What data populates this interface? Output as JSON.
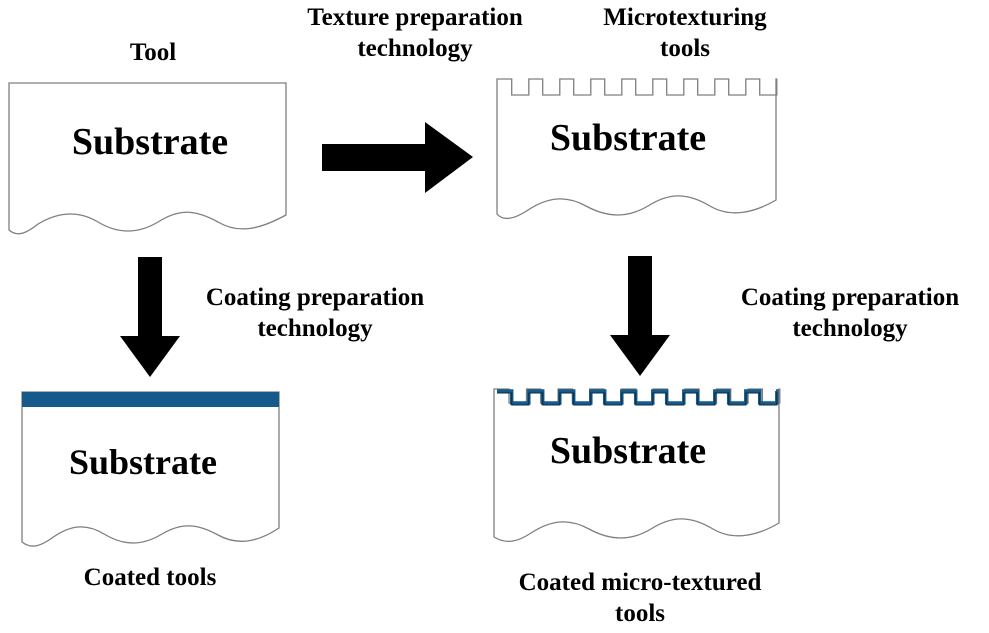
{
  "colors": {
    "outline": "#7f7f7f",
    "arrow": "#000000",
    "coating": "#155a8a",
    "background": "#ffffff"
  },
  "labels": {
    "tool": "Tool",
    "texture_tech_line1": "Texture preparation",
    "texture_tech_line2": "technology",
    "microtexturing_line1": "Microtexturing",
    "microtexturing_line2": "tools",
    "coating_tech_left_line1": "Coating preparation",
    "coating_tech_left_line2": "technology",
    "coating_tech_right_line1": "Coating preparation",
    "coating_tech_right_line2": "technology",
    "coated_tools": "Coated tools",
    "coated_micro_line1": "Coated micro-textured",
    "coated_micro_line2": "tools"
  },
  "boxes": {
    "tool_substrate": "Substrate",
    "microtextured_substrate": "Substrate",
    "coated_substrate": "Substrate",
    "coated_microtextured_substrate": "Substrate"
  },
  "microtexture": {
    "notch_count": 9
  }
}
